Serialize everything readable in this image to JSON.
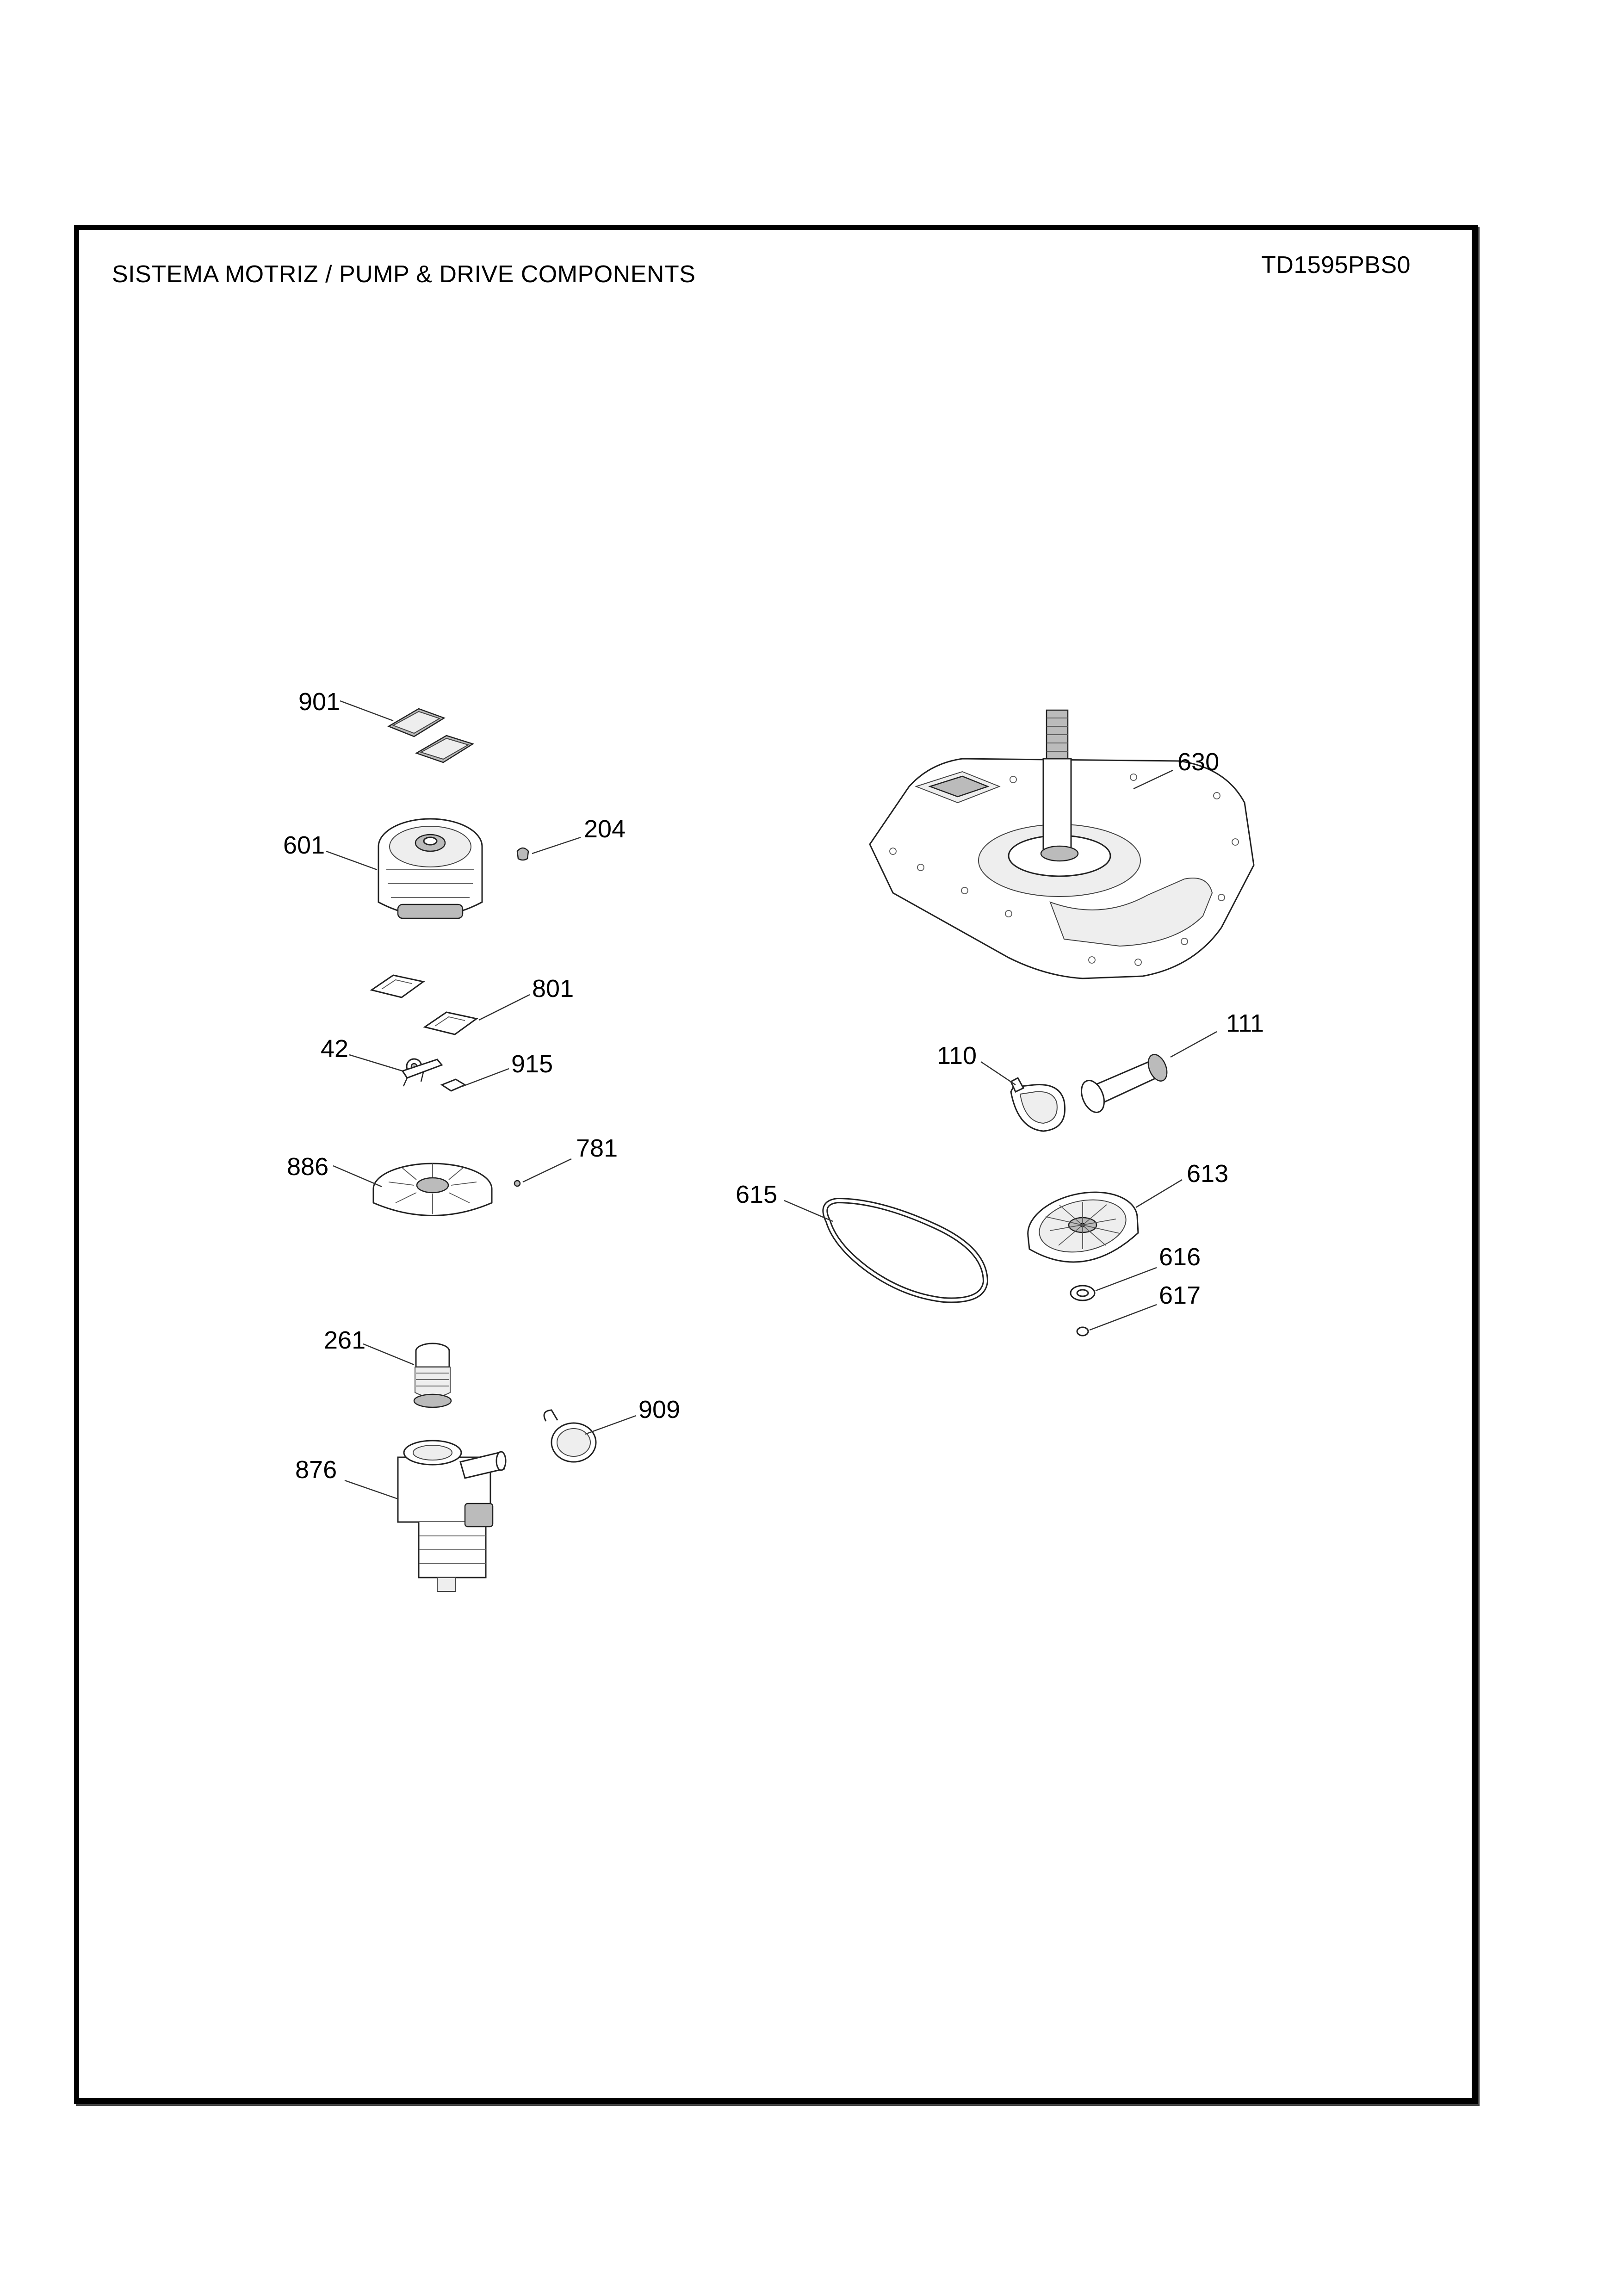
{
  "sheet": {
    "title": "SISTEMA MOTRIZ / PUMP  &  DRIVE COMPONENTS",
    "model": "TD1595PBS0"
  },
  "callouts": [
    {
      "id": "901",
      "label": "901"
    },
    {
      "id": "601",
      "label": "601"
    },
    {
      "id": "204",
      "label": "204"
    },
    {
      "id": "801",
      "label": "801"
    },
    {
      "id": "42",
      "label": "42"
    },
    {
      "id": "915",
      "label": "915"
    },
    {
      "id": "886",
      "label": "886"
    },
    {
      "id": "781",
      "label": "781"
    },
    {
      "id": "261",
      "label": "261"
    },
    {
      "id": "909",
      "label": "909"
    },
    {
      "id": "876",
      "label": "876"
    },
    {
      "id": "630",
      "label": "630"
    },
    {
      "id": "110",
      "label": "110"
    },
    {
      "id": "111",
      "label": "111"
    },
    {
      "id": "615",
      "label": "615"
    },
    {
      "id": "613",
      "label": "613"
    },
    {
      "id": "616",
      "label": "616"
    },
    {
      "id": "617",
      "label": "617"
    }
  ]
}
